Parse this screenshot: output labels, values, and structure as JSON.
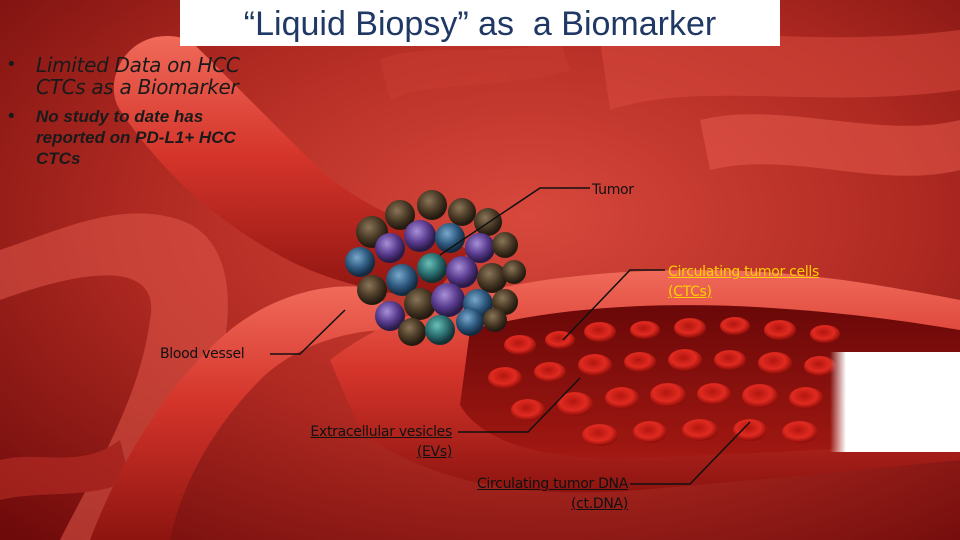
{
  "slide": {
    "title": "“Liquid Biopsy” as  a Biomarker",
    "bullets": [
      {
        "marker": "•",
        "text_line1": "Limited Data on HCC",
        "text_line2": "CTCs as a Biomarker"
      },
      {
        "marker": "•",
        "text_line1": "No study to date has",
        "text_line2": "reported on PD-L1+ HCC",
        "text_line3": "CTCs"
      }
    ]
  },
  "diagram": {
    "labels": {
      "tumor": "Tumor",
      "ctc_line1": "Circulating tumor cells",
      "ctc_line2": "(CTCs)",
      "blood_vessel": "Blood vessel",
      "evs_line1": "Extracellular vesicles",
      "evs_line2": "(EVs)",
      "ctdna_line1": "Circulating tumor DNA",
      "ctdna_line2": "(ct.DNA)"
    },
    "colors": {
      "background": "#8a0e0e",
      "vessel": "#c8281f",
      "title": "#1f3864",
      "ctc_label": "#ffd000"
    }
  }
}
